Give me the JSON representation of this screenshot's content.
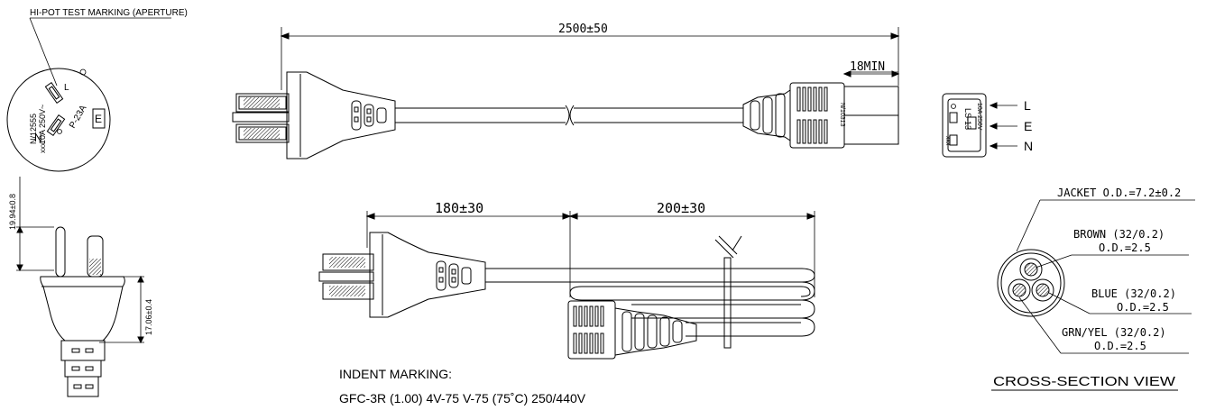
{
  "labels": {
    "hipot": "HI-POT TEST MARKING (APERTURE)",
    "plug_face_code": "N/12555",
    "plug_face_rating": "10A 250V~",
    "plug_face_model": "P-23A",
    "plug_face_xxx": "xxx",
    "plug_face_e": "E",
    "dim_total": "2500±50",
    "dim_min": "18MIN",
    "connector_side_code": "N/10313",
    "coupler_rating": "10A 250V",
    "coupler_model": "LS-13",
    "coupler_xxx": "xxx",
    "pin_l": "L",
    "pin_e": "E",
    "pin_n": "N",
    "dim_pin_height": "19.94±0.8",
    "dim_pin_spacing": "17.06±0.4",
    "dim_180": "180±30",
    "dim_200": "200±30",
    "indent_title": "INDENT MARKING:",
    "indent_text": "GFC-3R  (1.00)  4V-75  V-75 (75˚C) 250/440V",
    "jacket": "JACKET O.D.=7.2±0.2",
    "brown_1": "BROWN (32/0.2)",
    "brown_2": "O.D.=2.5",
    "blue_1": "BLUE (32/0.2)",
    "blue_2": "O.D.=2.5",
    "grn_1": "GRN/YEL (32/0.2)",
    "grn_2": "O.D.=2.5",
    "cross_title": "CROSS-SECTION VIEW"
  }
}
